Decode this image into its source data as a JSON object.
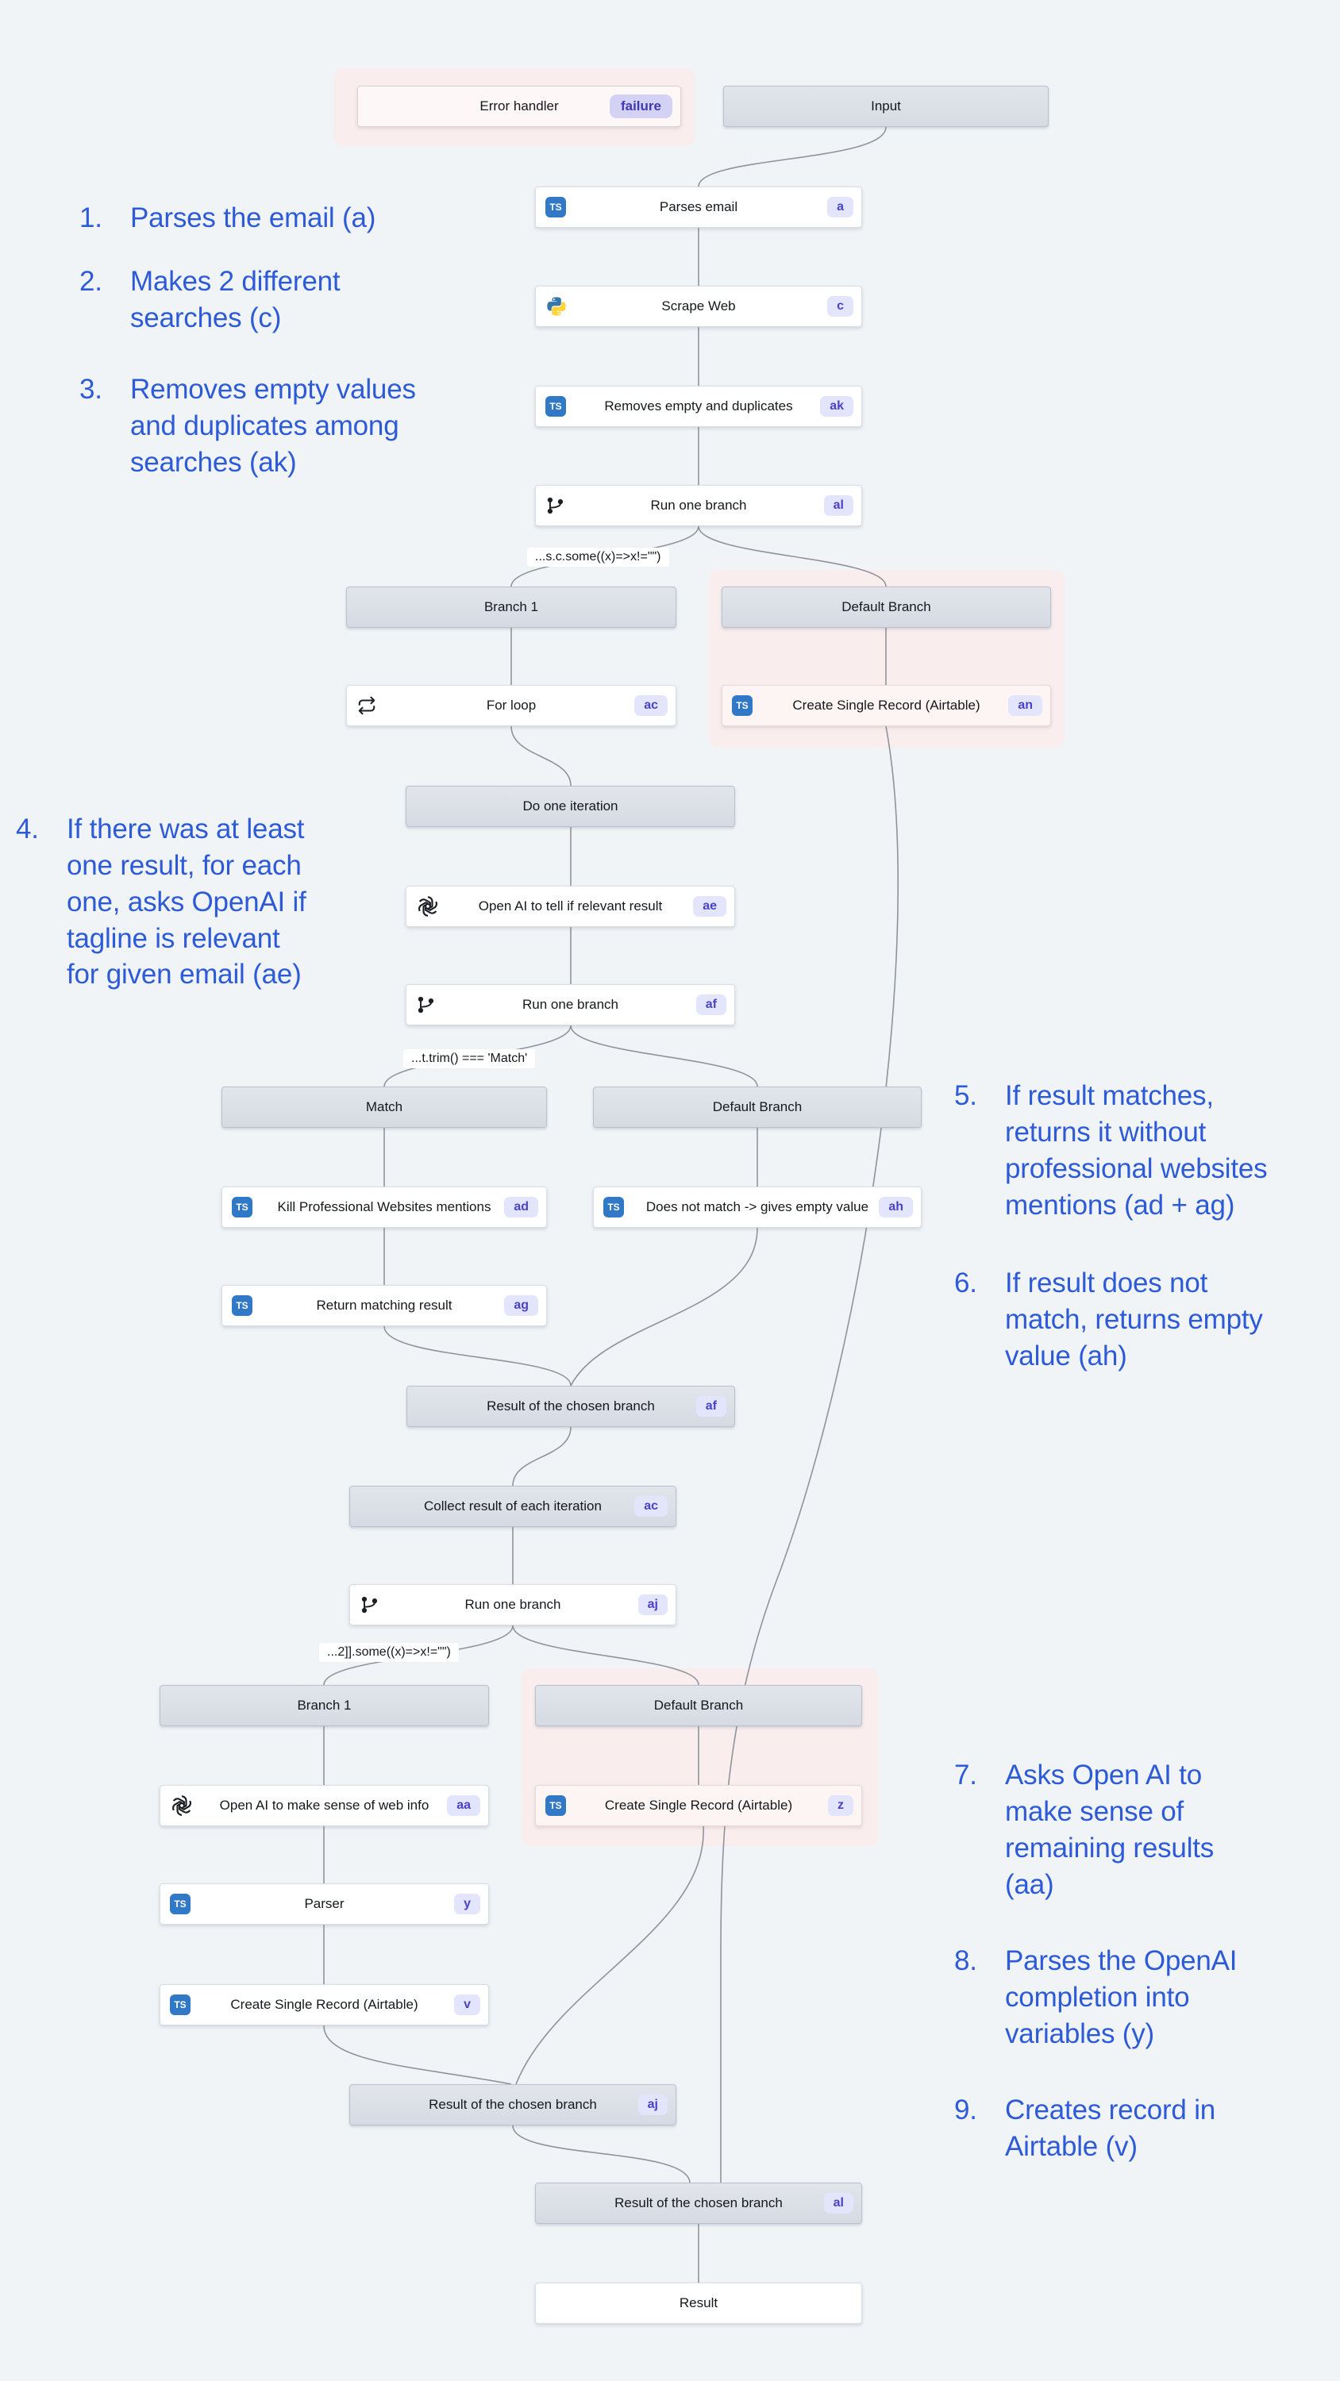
{
  "colors": {
    "canvas_bg": "#f1f4f7",
    "annotation_blue": "#2d5bd8",
    "badge_bg": "#e2e5fc",
    "badge_text": "#4a43c9",
    "failure_badge_bg": "#d4d2f4",
    "failure_badge_text": "#403aae",
    "header_node_fill": "#dbdfe7",
    "pink_halo": "#f9eded",
    "edge_gray": "#8e949b",
    "typescript_blue": "#3178c6"
  },
  "icons": {
    "typescript": "TS"
  },
  "nodes": [
    {
      "label": "Error handler",
      "badge": "failure"
    },
    {
      "label": "Input"
    },
    {
      "label": "Parses email",
      "badge": "a",
      "icon": "typescript"
    },
    {
      "label": "Scrape Web",
      "badge": "c",
      "icon": "python"
    },
    {
      "label": "Removes empty and duplicates",
      "badge": "ak",
      "icon": "typescript"
    },
    {
      "label": "Run one branch",
      "badge": "al",
      "icon": "branch"
    },
    {
      "label": "Branch 1"
    },
    {
      "label": "Default Branch"
    },
    {
      "label": "For loop",
      "badge": "ac",
      "icon": "loop"
    },
    {
      "label": "Create Single Record (Airtable)",
      "badge": "an",
      "icon": "typescript"
    },
    {
      "label": "Do one iteration"
    },
    {
      "label": "Open AI to tell if relevant result",
      "badge": "ae",
      "icon": "openai"
    },
    {
      "label": "Run one branch",
      "badge": "af",
      "icon": "branch"
    },
    {
      "label": "Match"
    },
    {
      "label": "Default Branch"
    },
    {
      "label": "Kill Professional Websites mentions",
      "badge": "ad",
      "icon": "typescript"
    },
    {
      "label": "Does not match -> gives empty value",
      "badge": "ah",
      "icon": "typescript"
    },
    {
      "label": "Return matching result",
      "badge": "ag",
      "icon": "typescript"
    },
    {
      "label": "Result of the chosen branch",
      "badge": "af"
    },
    {
      "label": "Collect result of each iteration",
      "badge": "ac"
    },
    {
      "label": "Run one branch",
      "badge": "aj",
      "icon": "branch"
    },
    {
      "label": "Branch 1"
    },
    {
      "label": "Default Branch"
    },
    {
      "label": "Open AI to make sense of web info",
      "badge": "aa",
      "icon": "openai"
    },
    {
      "label": "Create Single Record (Airtable)",
      "badge": "z",
      "icon": "typescript"
    },
    {
      "label": "Parser",
      "badge": "y",
      "icon": "typescript"
    },
    {
      "label": "Create Single Record (Airtable)",
      "badge": "v",
      "icon": "typescript"
    },
    {
      "label": "Result of the chosen branch",
      "badge": "aj"
    },
    {
      "label": "Result of the chosen branch",
      "badge": "al"
    },
    {
      "label": "Result"
    }
  ],
  "conditions": [
    {
      "text": "...s.c.some((x)=>x!=\"\")"
    },
    {
      "text": "...t.trim() === 'Match'"
    },
    {
      "text": "...2]].some((x)=>x!=\"\")"
    }
  ],
  "annotations": [
    {
      "num": "1.",
      "text": "Parses the email (a)"
    },
    {
      "num": "2.",
      "text": "Makes 2 different\nsearches (c)"
    },
    {
      "num": "3.",
      "text": "Removes empty values\nand duplicates among\nsearches (ak)"
    },
    {
      "num": "4.",
      "text": "If there was at least\none result, for each\none, asks OpenAI if\ntagline is relevant\nfor given email (ae)"
    },
    {
      "num": "5.",
      "text": "If result matches,\nreturns it without\nprofessional websites\nmentions (ad + ag)"
    },
    {
      "num": "6.",
      "text": "If result does not\nmatch, returns empty\nvalue (ah)"
    },
    {
      "num": "7.",
      "text": "Asks Open AI to\nmake sense of\nremaining results\n(aa)"
    },
    {
      "num": "8.",
      "text": "Parses the OpenAI\ncompletion into\nvariables (y)"
    },
    {
      "num": "9.",
      "text": "Creates record in\nAirtable (v)"
    }
  ]
}
